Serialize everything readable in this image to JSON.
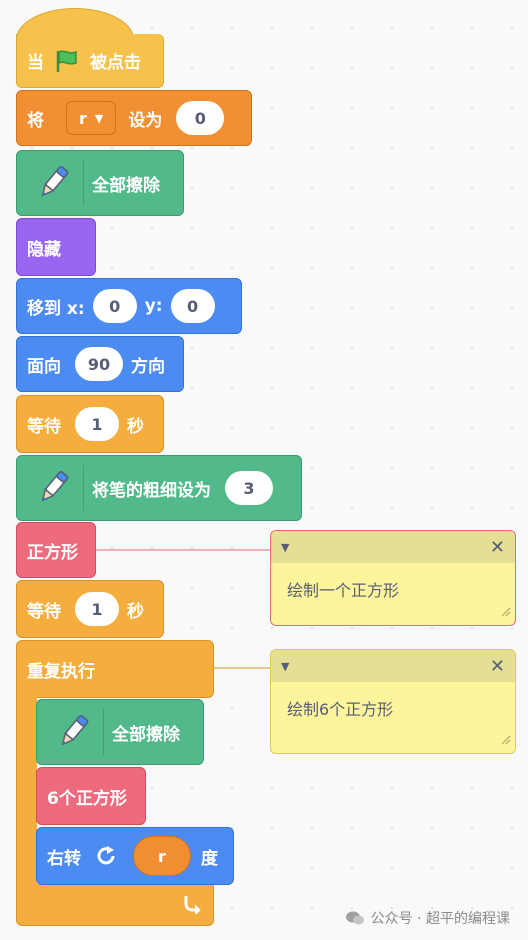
{
  "script": {
    "when_flag_clicked": {
      "prefix": "当",
      "suffix": "被点击"
    },
    "set_var": {
      "label": "将",
      "var": "r",
      "to_label": "设为",
      "value": "0"
    },
    "clear_1": {
      "label": "全部擦除"
    },
    "hide": {
      "label": "隐藏"
    },
    "goto": {
      "label": "移到 x:",
      "x": "0",
      "y_label": "y:",
      "y": "0"
    },
    "point": {
      "label": "面向",
      "value": "90",
      "suffix": "方向"
    },
    "wait_1": {
      "label": "等待",
      "value": "1",
      "suffix": "秒"
    },
    "pen_size": {
      "label": "将笔的粗细设为",
      "value": "3"
    },
    "call_square": {
      "label": "正方形"
    },
    "wait_2": {
      "label": "等待",
      "value": "1",
      "suffix": "秒"
    },
    "forever": {
      "label": "重复执行"
    },
    "clear_2": {
      "label": "全部擦除"
    },
    "call_six": {
      "label": "6个正方形"
    },
    "turn": {
      "label": "右转",
      "var": "r",
      "suffix": "度"
    }
  },
  "comments": [
    {
      "text": "绘制一个正方形"
    },
    {
      "text": "绘制6个正方形"
    }
  ],
  "watermark": {
    "text": "公众号 · 超平的编程课"
  },
  "colors": {
    "events": "#f6c24b",
    "variables": "#f28f33",
    "pen": "#51b98a",
    "looks": "#9866f0",
    "motion": "#4c8cf2",
    "control": "#f5ae3e",
    "myblocks": "#ee6b7e"
  }
}
